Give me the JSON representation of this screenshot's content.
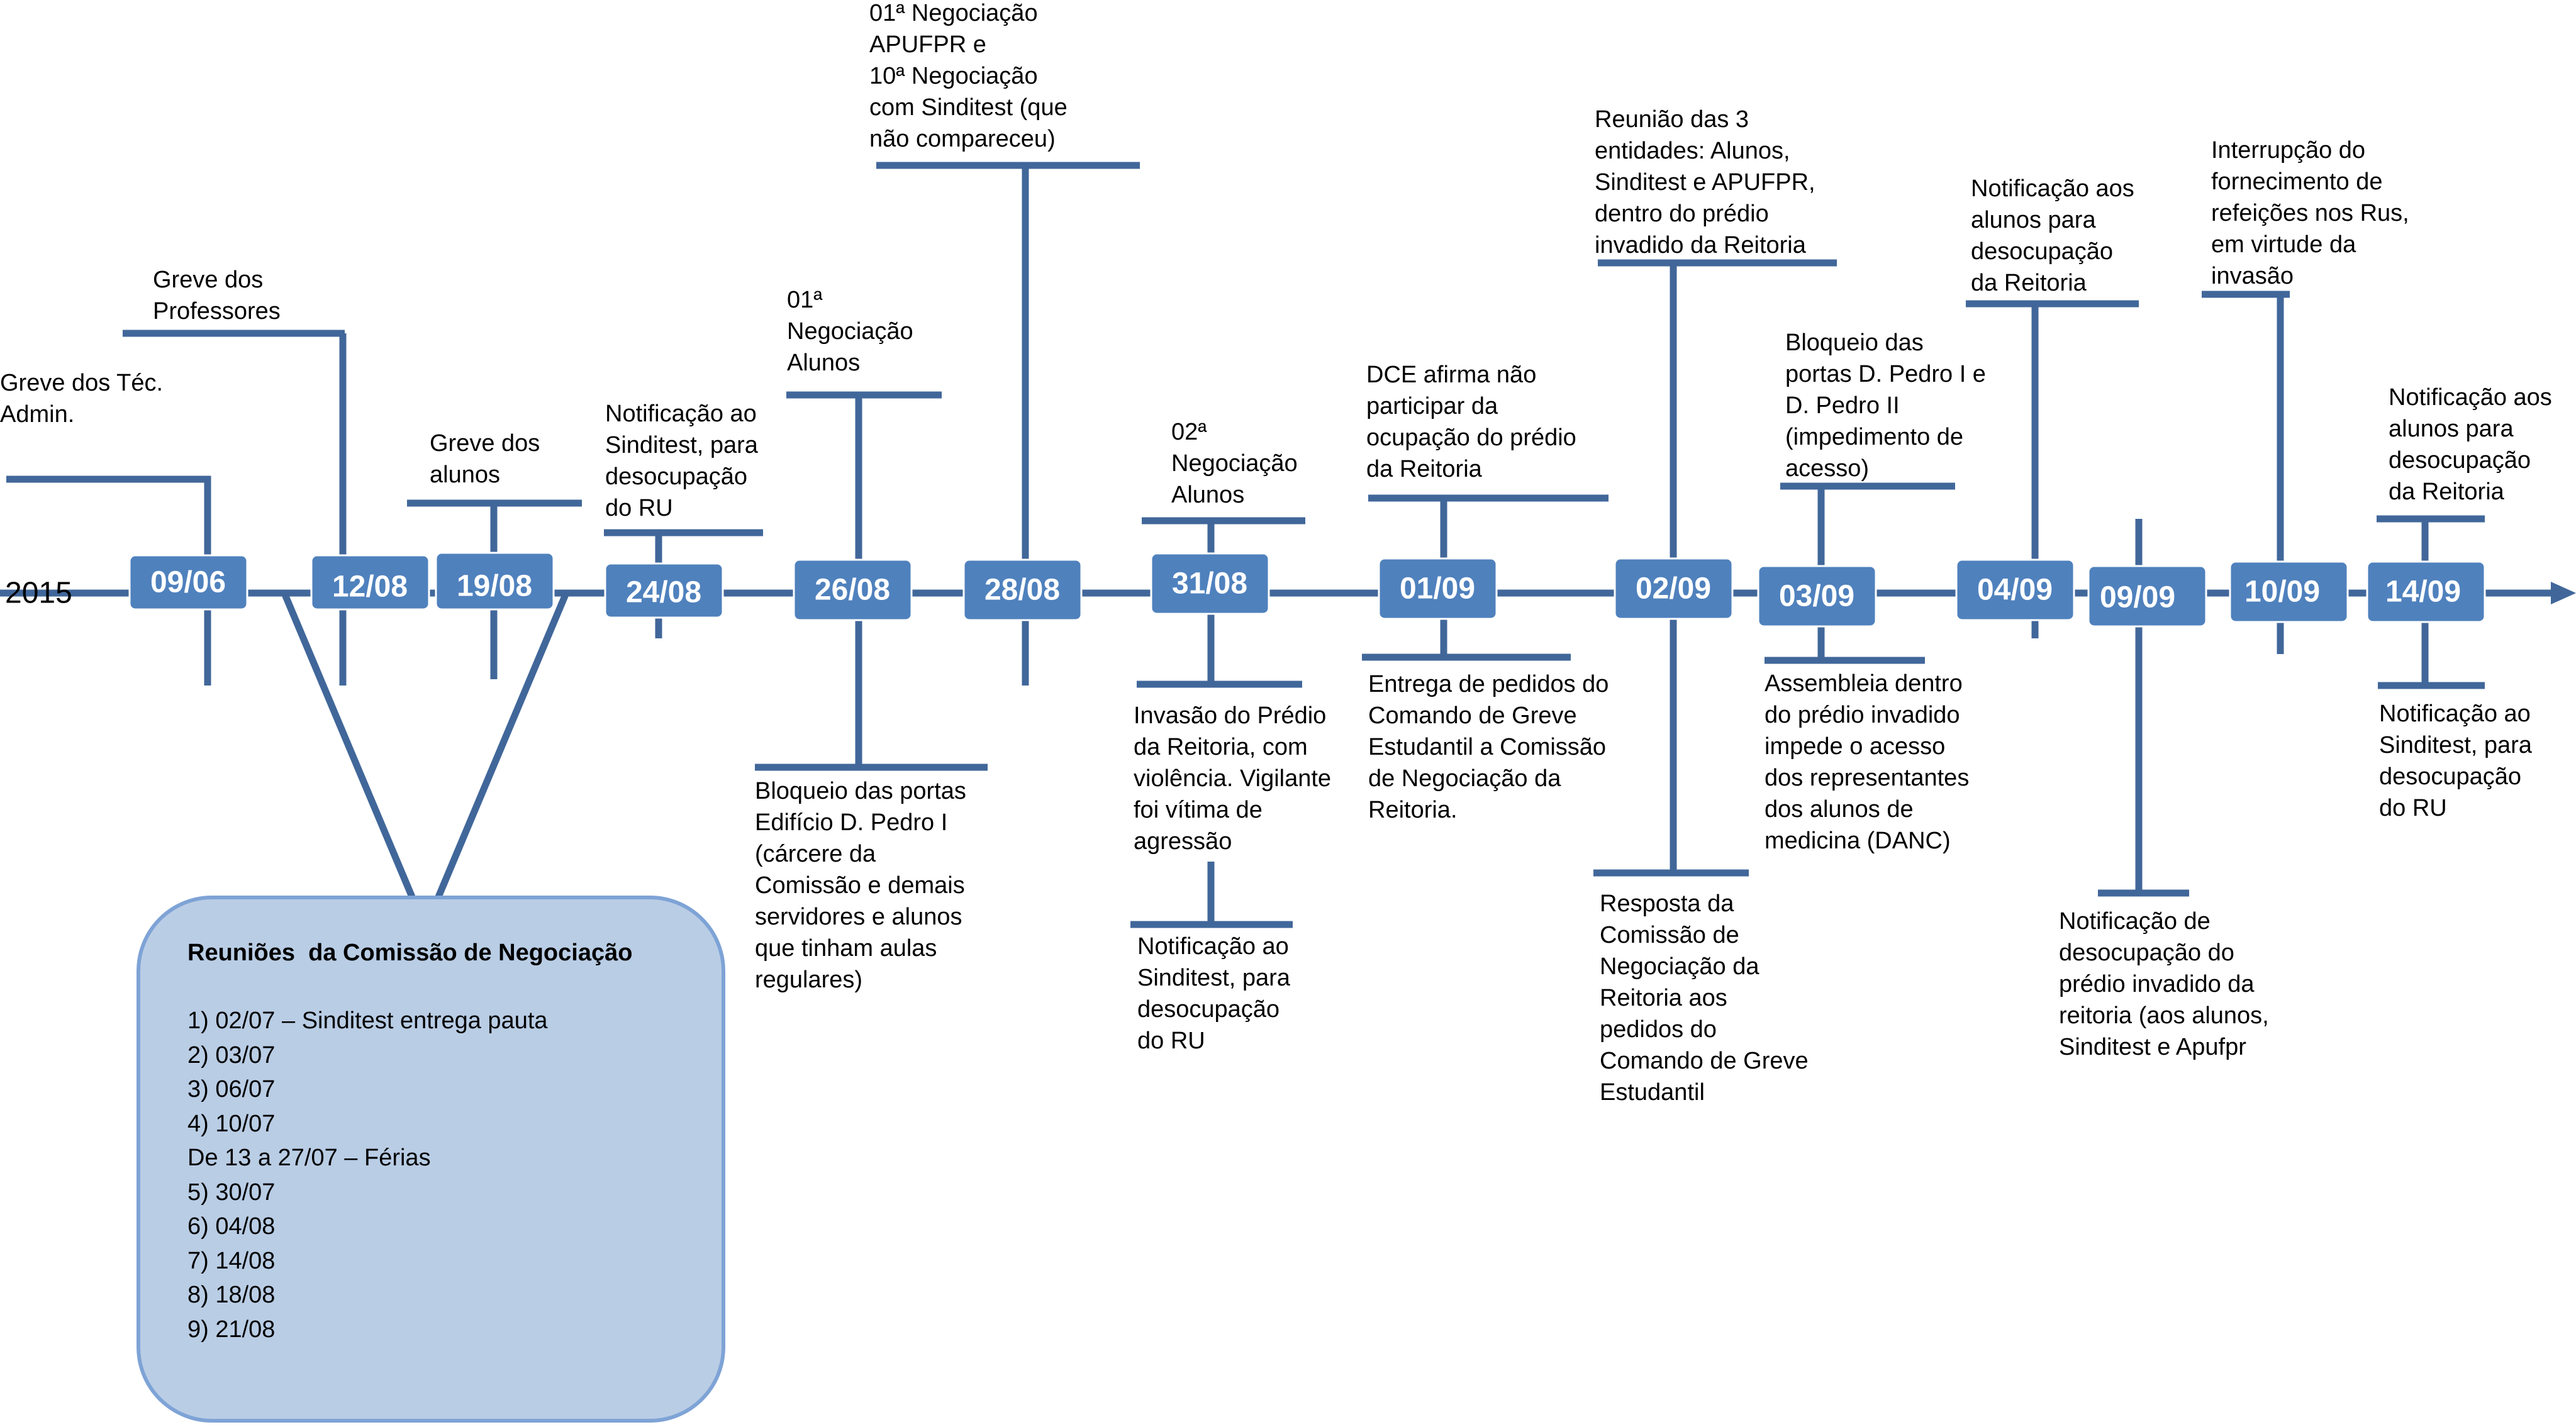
{
  "year": "2015",
  "colors": {
    "line": "#41679a",
    "date_box": "#4f81bd",
    "callout_fill": "#b9cde5",
    "callout_border": "#7ea3d6"
  },
  "dates": [
    "09/06",
    "12/08",
    "19/08",
    "24/08",
    "26/08",
    "28/08",
    "31/08",
    "01/09",
    "02/09",
    "03/09",
    "04/09",
    "09/09",
    "10/09",
    "14/09"
  ],
  "events": [
    {
      "text": "Greve dos Téc.\nAdmin."
    },
    {
      "text": "Greve dos\nProfessores"
    },
    {
      "text": "Greve dos\nalunos"
    },
    {
      "text": "Notificação ao\nSinditest, para\ndesocupação\ndo RU"
    },
    {
      "text": "01ª\nNegociação\nAlunos"
    },
    {
      "text": "Bloqueio das portas\nEdifício D. Pedro I\n(cárcere da\nComissão e demais\nservidores e alunos\nque tinham aulas\nregulares)"
    },
    {
      "text": "01ª Negociação\nAPUFPR e\n10ª Negociação\ncom Sinditest (que\nnão compareceu)"
    },
    {
      "text": "02ª\nNegociação\nAlunos"
    },
    {
      "text": "Invasão do Prédio\nda Reitoria, com\nviolência. Vigilante\nfoi vítima de\nagressão"
    },
    {
      "text": "Notificação ao\nSinditest, para\ndesocupação\ndo RU"
    },
    {
      "text": "DCE afirma não\nparticipar da\nocupação do prédio\nda Reitoria"
    },
    {
      "text": "Entrega de pedidos do\nComando de Greve\nEstudantil a Comissão\nde Negociação da\nReitoria."
    },
    {
      "text": "Reunião das 3\nentidades: Alunos,\nSinditest e APUFPR,\ndentro do prédio\ninvadido da Reitoria"
    },
    {
      "text": "Resposta da\nComissão de\nNegociação da\nReitoria aos\npedidos do\nComando de Greve\nEstudantil"
    },
    {
      "text": "Bloqueio das\nportas D. Pedro I e\nD. Pedro II\n(impedimento de\nacesso)"
    },
    {
      "text": "Assembleia dentro\ndo prédio invadido\nimpede o acesso\ndos representantes\ndos alunos de\nmedicina (DANC)"
    },
    {
      "text": "Notificação aos\nalunos para\ndesocupação\nda Reitoria"
    },
    {
      "text": "Notificação de\ndesocupação do\nprédio invadido da\nreitoria (aos alunos,\nSinditest e Apufpr"
    },
    {
      "text": "Interrupção do\nfornecimento de\nrefeições nos Rus,\nem virtude da\ninvasão"
    },
    {
      "text": "Notificação aos\nalunos para\ndesocupação\nda Reitoria"
    },
    {
      "text": "Notificação ao\nSinditest, para\ndesocupação\ndo RU"
    }
  ],
  "meetings": {
    "title": "Reuniões  da Comissão de Negociação",
    "items": [
      "1) 02/07 – Sinditest entrega pauta",
      "2) 03/07",
      "3) 06/07",
      "4) 10/07",
      "De 13 a 27/07 – Férias",
      "5) 30/07",
      "6) 04/08",
      "7) 14/08",
      "8) 18/08",
      "9) 21/08"
    ]
  }
}
